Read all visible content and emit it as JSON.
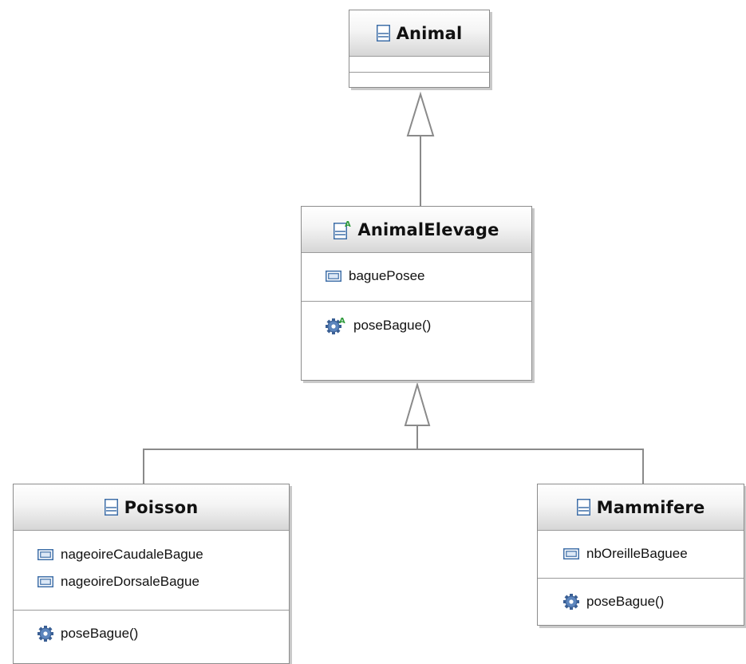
{
  "diagram": {
    "classes": [
      {
        "name": "Animal",
        "abstract": false,
        "attributes": [],
        "operations": []
      },
      {
        "name": "AnimalElevage",
        "abstract": true,
        "attributes": [
          {
            "name": "baguePosee"
          }
        ],
        "operations": [
          {
            "name": "poseBague()",
            "abstract": true
          }
        ]
      },
      {
        "name": "Poisson",
        "abstract": false,
        "attributes": [
          {
            "name": "nageoireCaudaleBague"
          },
          {
            "name": "nageoireDorsaleBague"
          }
        ],
        "operations": [
          {
            "name": "poseBague()",
            "abstract": false
          }
        ]
      },
      {
        "name": "Mammifere",
        "abstract": false,
        "attributes": [
          {
            "name": "nbOreilleBaguee"
          }
        ],
        "operations": [
          {
            "name": "poseBague()",
            "abstract": false
          }
        ]
      }
    ],
    "generalizations": [
      {
        "child": "AnimalElevage",
        "parent": "Animal"
      },
      {
        "child": "Poisson",
        "parent": "AnimalElevage"
      },
      {
        "child": "Mammifere",
        "parent": "AnimalElevage"
      }
    ],
    "colors": {
      "class_icon": "#3f6fa8",
      "abstract_marker": "#2e9a3a",
      "field_icon": "#3f6fa8",
      "method_icon": "#3a5f94",
      "box_border": "#8c8c8c",
      "connector": "#8a8a8a"
    },
    "icons": {
      "class": "class-icon",
      "field": "field-icon",
      "method": "method-gear-icon"
    }
  }
}
